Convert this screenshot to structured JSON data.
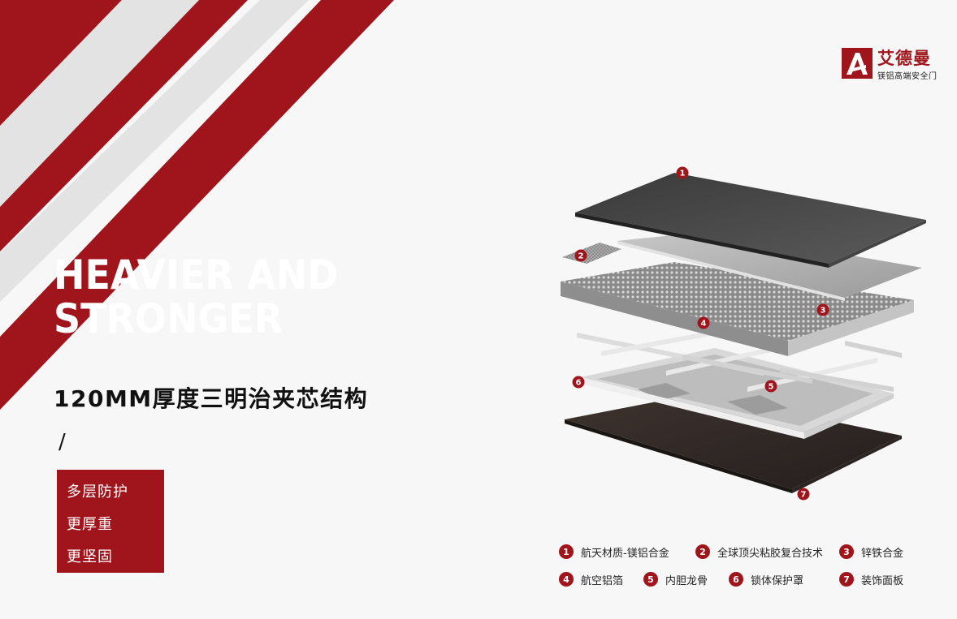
{
  "brand": {
    "name": "艾德曼",
    "tagline": "镁铝高端安全门",
    "colors": {
      "accent": "#a0141c",
      "stripe_gray": "#e2e2e2",
      "background": "#f7f7f7"
    }
  },
  "headline": {
    "line1": "HEAVIER AND",
    "line2": "STRONGER"
  },
  "subtitle": "120MM厚度三明治夹芯结构",
  "separator": "/",
  "features": [
    "多层防护",
    "更厚重",
    "更坚固"
  ],
  "layers": [
    {
      "num": "1",
      "label": "航天材质-镁铝合金"
    },
    {
      "num": "2",
      "label": "全球顶尖粘胶复合技术"
    },
    {
      "num": "3",
      "label": "锌铁合金"
    },
    {
      "num": "4",
      "label": "航空铝箔"
    },
    {
      "num": "5",
      "label": "内胆龙骨"
    },
    {
      "num": "6",
      "label": "锁体保护罩"
    },
    {
      "num": "7",
      "label": "装饰面板"
    }
  ]
}
